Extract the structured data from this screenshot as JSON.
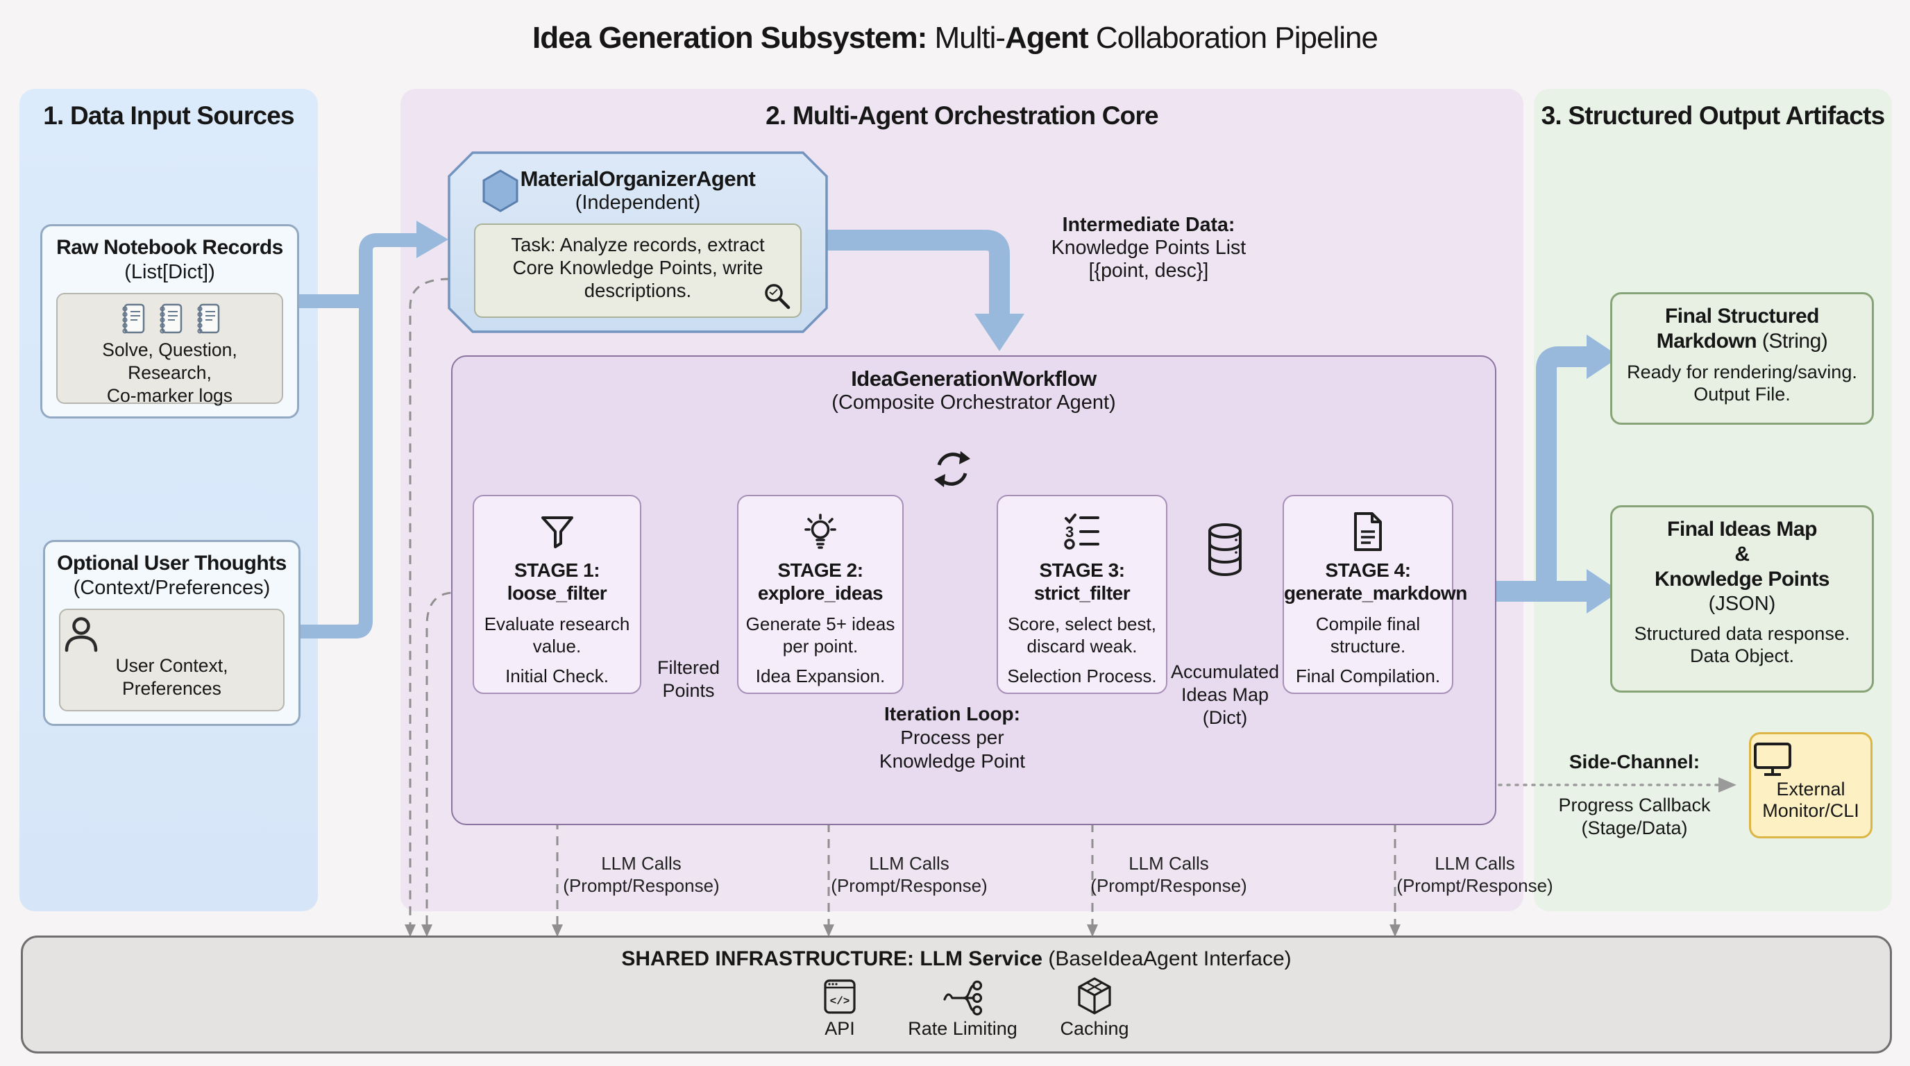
{
  "title": {
    "seg1": "Idea Generation Subsystem:",
    "seg2": " Multi-",
    "seg3": "Agent",
    "seg4": " Collaboration Pipeline"
  },
  "colors": {
    "input_panel": "#dcebfb",
    "core_panel": "#efe5f2",
    "output_panel": "#e9f2e6",
    "blue_arrow": "#98b9db",
    "purple_arrow": "#c9a5d5",
    "monitor_box": "#fdf1c4",
    "infra_bar": "#e4e3e1"
  },
  "inputs": {
    "header": "1. Data Input Sources",
    "raw_records": {
      "title": "Raw Notebook Records",
      "subtitle": "(List[Dict])",
      "lines": [
        "Solve, Question,",
        "Research,",
        "Co-marker logs"
      ],
      "icon": "notebook-icon"
    },
    "user_thoughts": {
      "title": "Optional User Thoughts",
      "subtitle": "(Context/Preferences)",
      "lines": [
        "User Context,",
        "Preferences"
      ],
      "icon": "person-icon"
    }
  },
  "core": {
    "header": "2. Multi-Agent Orchestration Core",
    "agent": {
      "title": "MaterialOrganizerAgent",
      "subtitle": "(Independent)",
      "task_lines": [
        "Task: Analyze records, extract",
        "Core Knowledge Points, write",
        "descriptions."
      ],
      "icons": [
        "hexagon-icon",
        "magnifier-icon"
      ]
    },
    "intermediate": {
      "line1": "Intermediate Data:",
      "line2": "Knowledge Points List",
      "line3": "[{point, desc}]"
    },
    "workflow": {
      "title": "IdeaGenerationWorkflow",
      "subtitle": "(Composite Orchestrator Agent)",
      "loop_icon": "refresh-icon"
    },
    "stages": [
      {
        "stage_label": "STAGE 1:",
        "method": "loose_filter",
        "body": [
          "Evaluate research",
          "value."
        ],
        "footer": "Initial Check.",
        "icon": "funnel-icon"
      },
      {
        "stage_label": "STAGE 2:",
        "method": "explore_ideas",
        "body": [
          "Generate 5+ ideas",
          "per point."
        ],
        "footer": "Idea Expansion.",
        "icon": "lightbulb-icon"
      },
      {
        "stage_label": "STAGE 3:",
        "method": "strict_filter",
        "body": [
          "Score, select best,",
          "discard weak."
        ],
        "footer": "Selection Process.",
        "icon": "checklist-icon"
      },
      {
        "stage_label": "STAGE 4:",
        "method": "generate_markdown",
        "body": [
          "Compile final",
          "structure."
        ],
        "footer": "Final Compilation.",
        "icon": "document-icon"
      }
    ],
    "edge_filtered": {
      "line1": "Filtered",
      "line2": "Points"
    },
    "edge_accumulated": {
      "line1": "Accumulated",
      "line2": "Ideas Map",
      "line3": "(Dict)",
      "icon": "database-icon"
    },
    "loop_label": {
      "line1": "Iteration Loop:",
      "line2": "Process per",
      "line3": "Knowledge Point"
    },
    "llm_calls": {
      "line1": "LLM Calls",
      "line2": "(Prompt/Response)"
    }
  },
  "outputs": {
    "header": "3. Structured Output Artifacts",
    "markdown_box": {
      "title1": "Final Structured",
      "title2_bold": "Markdown",
      "title2_reg": " (String)",
      "body": [
        "Ready for rendering/saving.",
        "Output File."
      ]
    },
    "ideas_box": {
      "title1": "Final Ideas Map",
      "title2": "&",
      "title3": "Knowledge Points",
      "title4": "(JSON)",
      "body": [
        "Structured data response.",
        "Data Object."
      ]
    },
    "side_channel": {
      "label": "Side-Channel:",
      "line1": "Progress Callback",
      "line2": "(Stage/Data)"
    },
    "monitor": {
      "line1": "External",
      "line2": "Monitor/CLI",
      "icon": "monitor-icon"
    }
  },
  "infra": {
    "title_bold": "SHARED INFRASTRUCTURE: LLM Service",
    "title_reg": " (BaseIdeaAgent Interface)",
    "items": [
      {
        "label": "API",
        "icon": "api-icon"
      },
      {
        "label": "Rate Limiting",
        "icon": "rate-limiting-icon"
      },
      {
        "label": "Caching",
        "icon": "caching-icon"
      }
    ]
  }
}
